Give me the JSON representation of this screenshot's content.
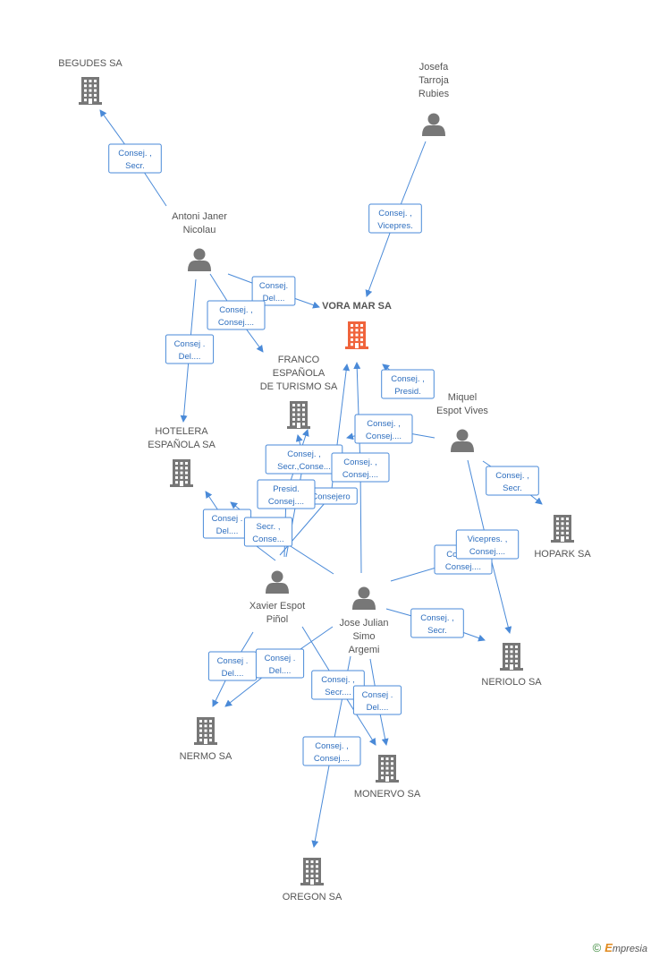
{
  "colors": {
    "edge": "#4a8ad8",
    "company": "#777777",
    "main_company": "#f0643c",
    "person": "#777777"
  },
  "nodes": [
    {
      "id": "begudes",
      "kind": "company",
      "lines": [
        "BEGUDES SA"
      ]
    },
    {
      "id": "josefa",
      "kind": "person",
      "lines": [
        "Josefa",
        "Tarroja",
        "Rubies"
      ]
    },
    {
      "id": "antoni",
      "kind": "person",
      "lines": [
        "Antoni Janer",
        "Nicolau"
      ]
    },
    {
      "id": "voramar",
      "kind": "main",
      "lines": [
        "VORA MAR SA"
      ]
    },
    {
      "id": "franco",
      "kind": "company",
      "lines": [
        "FRANCO",
        "ESPAÑOLA",
        "DE TURISMO SA"
      ]
    },
    {
      "id": "miquel",
      "kind": "person",
      "lines": [
        "Miquel",
        "Espot Vives"
      ]
    },
    {
      "id": "hotelera",
      "kind": "company",
      "lines": [
        "HOTELERA",
        "ESPAÑOLA SA"
      ]
    },
    {
      "id": "hopark",
      "kind": "company",
      "lines": [
        "HOPARK SA"
      ]
    },
    {
      "id": "xavier",
      "kind": "person",
      "lines": [
        "Xavier Espot",
        "Piñol"
      ]
    },
    {
      "id": "josejulian",
      "kind": "person",
      "lines": [
        "Jose Julian",
        "Simo",
        "Argemi"
      ]
    },
    {
      "id": "neriolo",
      "kind": "company",
      "lines": [
        "NERIOLO SA"
      ]
    },
    {
      "id": "nermo",
      "kind": "company",
      "lines": [
        "NERMO SA"
      ]
    },
    {
      "id": "monervo",
      "kind": "company",
      "lines": [
        "MONERVO SA"
      ]
    },
    {
      "id": "oregon",
      "kind": "company",
      "lines": [
        "OREGON SA"
      ]
    }
  ],
  "edges": [
    {
      "from": "antoni",
      "to": "begudes",
      "lines": [
        "Consej. ,",
        "Secr."
      ]
    },
    {
      "from": "josefa",
      "to": "voramar",
      "lines": [
        "Consej. ,",
        "Vicepres."
      ]
    },
    {
      "from": "antoni",
      "to": "voramar",
      "lines": [
        "Consej.",
        "Del...."
      ]
    },
    {
      "from": "antoni",
      "to": "franco",
      "lines": [
        "Consej. ,",
        "Consej...."
      ]
    },
    {
      "from": "antoni",
      "to": "hotelera",
      "lines": [
        "Consej .",
        "Del...."
      ]
    },
    {
      "from": "miquel",
      "to": "voramar",
      "lines": [
        "Consej. ,",
        "Presid."
      ]
    },
    {
      "from": "miquel",
      "to": "franco",
      "lines": [
        "Consej. ,",
        "Consej...."
      ]
    },
    {
      "from": "miquel",
      "to": "hopark",
      "lines": [
        "Consej. ,",
        "Secr."
      ]
    },
    {
      "from": "xavier",
      "to": "franco",
      "lines": [
        "Consej. ,",
        "Secr.,Conse..."
      ]
    },
    {
      "from": "josejulian",
      "to": "voramar",
      "lines": [
        "Consej. ,",
        "Consej...."
      ]
    },
    {
      "from": "xavier",
      "to": "voramar",
      "lines": [
        "Consejero"
      ]
    },
    {
      "from": "xavier",
      "to": "franco",
      "lines": [
        "Presid.",
        "Consej...."
      ]
    },
    {
      "from": "xavier",
      "to": "hotelera",
      "lines": [
        "Consej .",
        "Del...."
      ]
    },
    {
      "from": "josejulian",
      "to": "hotelera",
      "lines": [
        "Secr. ,",
        "Conse..."
      ]
    },
    {
      "from": "josejulian",
      "to": "hopark",
      "lines": [
        "Consej. ,",
        "Consej...."
      ]
    },
    {
      "from": "miquel",
      "to": "neriolo",
      "lines": [
        "Vicepres. ,",
        "Consej...."
      ]
    },
    {
      "from": "josejulian",
      "to": "neriolo",
      "lines": [
        "Consej. ,",
        "Secr."
      ]
    },
    {
      "from": "xavier",
      "to": "nermo",
      "lines": [
        "Consej .",
        "Del...."
      ]
    },
    {
      "from": "josejulian",
      "to": "nermo",
      "lines": [
        "Consej .",
        "Del...."
      ]
    },
    {
      "from": "xavier",
      "to": "monervo",
      "lines": [
        "Consej. ,",
        "Secr...."
      ]
    },
    {
      "from": "josejulian",
      "to": "monervo",
      "lines": [
        "Consej .",
        "Del...."
      ]
    },
    {
      "from": "josejulian",
      "to": "oregon",
      "lines": [
        "Consej. ,",
        "Consej...."
      ]
    }
  ],
  "brand": {
    "symbol": "©",
    "initial": "E",
    "rest": "mpresia"
  }
}
